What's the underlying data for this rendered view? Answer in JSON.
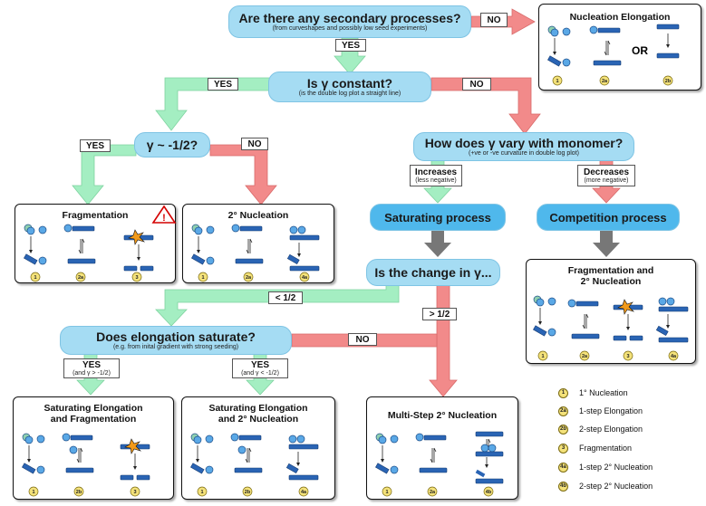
{
  "colors": {
    "question_fill": "#a5dcf3",
    "question_border": "#7fc4e4",
    "process_fill": "#4fb8ec",
    "arrow_green": "#a4eec2",
    "arrow_red": "#f28a8a",
    "arrow_grey": "#777777",
    "fibril_blue": "#2a64b4",
    "monomer_blue": "#5aa8e6",
    "legend_yellow": "#f4e27a"
  },
  "questions": {
    "q1": {
      "title": "Are there any secondary processes?",
      "sub": "(from curveshapes and possibly low seed experiments)"
    },
    "q2": {
      "title": "Is γ constant?",
      "sub": "(is the double log plot a straight line)"
    },
    "q3": {
      "title": "γ ~ -1/2?"
    },
    "q4": {
      "title": "How does γ vary with monomer?",
      "sub": "(+ve or -ve curvature in double log plot)"
    },
    "q5": {
      "title": "Is the change in γ..."
    },
    "q6": {
      "title": "Does elongation saturate?",
      "sub": "(e.g. from inital gradient with strong seeding)"
    }
  },
  "processes": {
    "saturating": "Saturating process",
    "competition": "Competition process"
  },
  "labels": {
    "no_top": "NO",
    "yes_top": "YES",
    "yes_left": "YES",
    "no_right": "NO",
    "yes_q3": "YES",
    "no_q3": "NO",
    "increases": "Increases",
    "increases_sub": "(less negative)",
    "decreases": "Decreases",
    "decreases_sub": "(more negative)",
    "lt_half": "< 1/2",
    "gt_half": "> 1/2",
    "no_q6": "NO",
    "yes_q6a": "YES",
    "yes_q6a_sub": "(and γ > -1/2)",
    "yes_q6b": "YES",
    "yes_q6b_sub": "(and γ < -1/2)"
  },
  "panels": {
    "nucleation_elongation": {
      "title": "Nucleation Elongation",
      "or": "OR",
      "badges": [
        "1",
        "2a",
        "2b"
      ]
    },
    "fragmentation": {
      "title": "Fragmentation",
      "warning": "!",
      "badges": [
        "1",
        "2a",
        "3"
      ]
    },
    "secondary_nucleation": {
      "title": "2° Nucleation",
      "badges": [
        "1",
        "2a",
        "4a"
      ]
    },
    "fragmentation_and_2nd": {
      "title_line1": "Fragmentation and",
      "title_line2": "2° Nucleation",
      "badges": [
        "1",
        "2a",
        "3",
        "4a"
      ]
    },
    "saturating_frag": {
      "title_line1": "Saturating Elongation",
      "title_line2": "and Fragmentation",
      "badges": [
        "1",
        "2b",
        "3"
      ]
    },
    "saturating_2nd": {
      "title_line1": "Saturating Elongation",
      "title_line2": "and 2° Nucleation",
      "badges": [
        "1",
        "2b",
        "4a"
      ]
    },
    "multistep": {
      "title": "Multi-Step 2° Nucleation",
      "badges": [
        "1",
        "2a",
        "4b"
      ]
    }
  },
  "legend": [
    {
      "badge": "1",
      "text": "1° Nucleation"
    },
    {
      "badge": "2a",
      "text": "1-step Elongation"
    },
    {
      "badge": "2b",
      "text": "2-step Elongation"
    },
    {
      "badge": "3",
      "text": "Fragmentation"
    },
    {
      "badge": "4a",
      "text": "1-step 2° Nucleation"
    },
    {
      "badge": "4b",
      "text": "2-step 2° Nucleation"
    }
  ]
}
